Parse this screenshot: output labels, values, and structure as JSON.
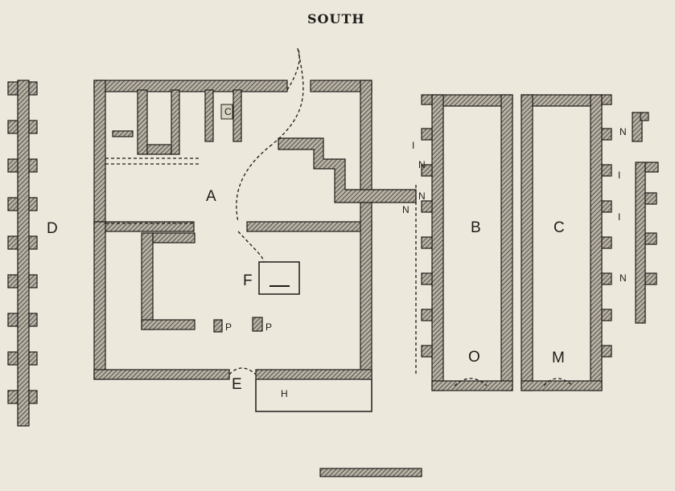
{
  "page": {
    "title": "SOUTH"
  },
  "labels": {
    "A": "A",
    "B": "B",
    "C": "C",
    "D": "D",
    "E": "E",
    "F": "F",
    "H": "H",
    "M": "M",
    "O": "O",
    "P1": "P",
    "P2": "P",
    "c": "C",
    "I1": "I",
    "I2": "I",
    "I3": "I",
    "N1": "N",
    "N2": "N",
    "N3": "N",
    "N4": "N",
    "N5": "N"
  },
  "style": {
    "wall_fill": "#8f8a80",
    "wall_stroke": "#1e1c19",
    "paper": "#ece8dc"
  }
}
